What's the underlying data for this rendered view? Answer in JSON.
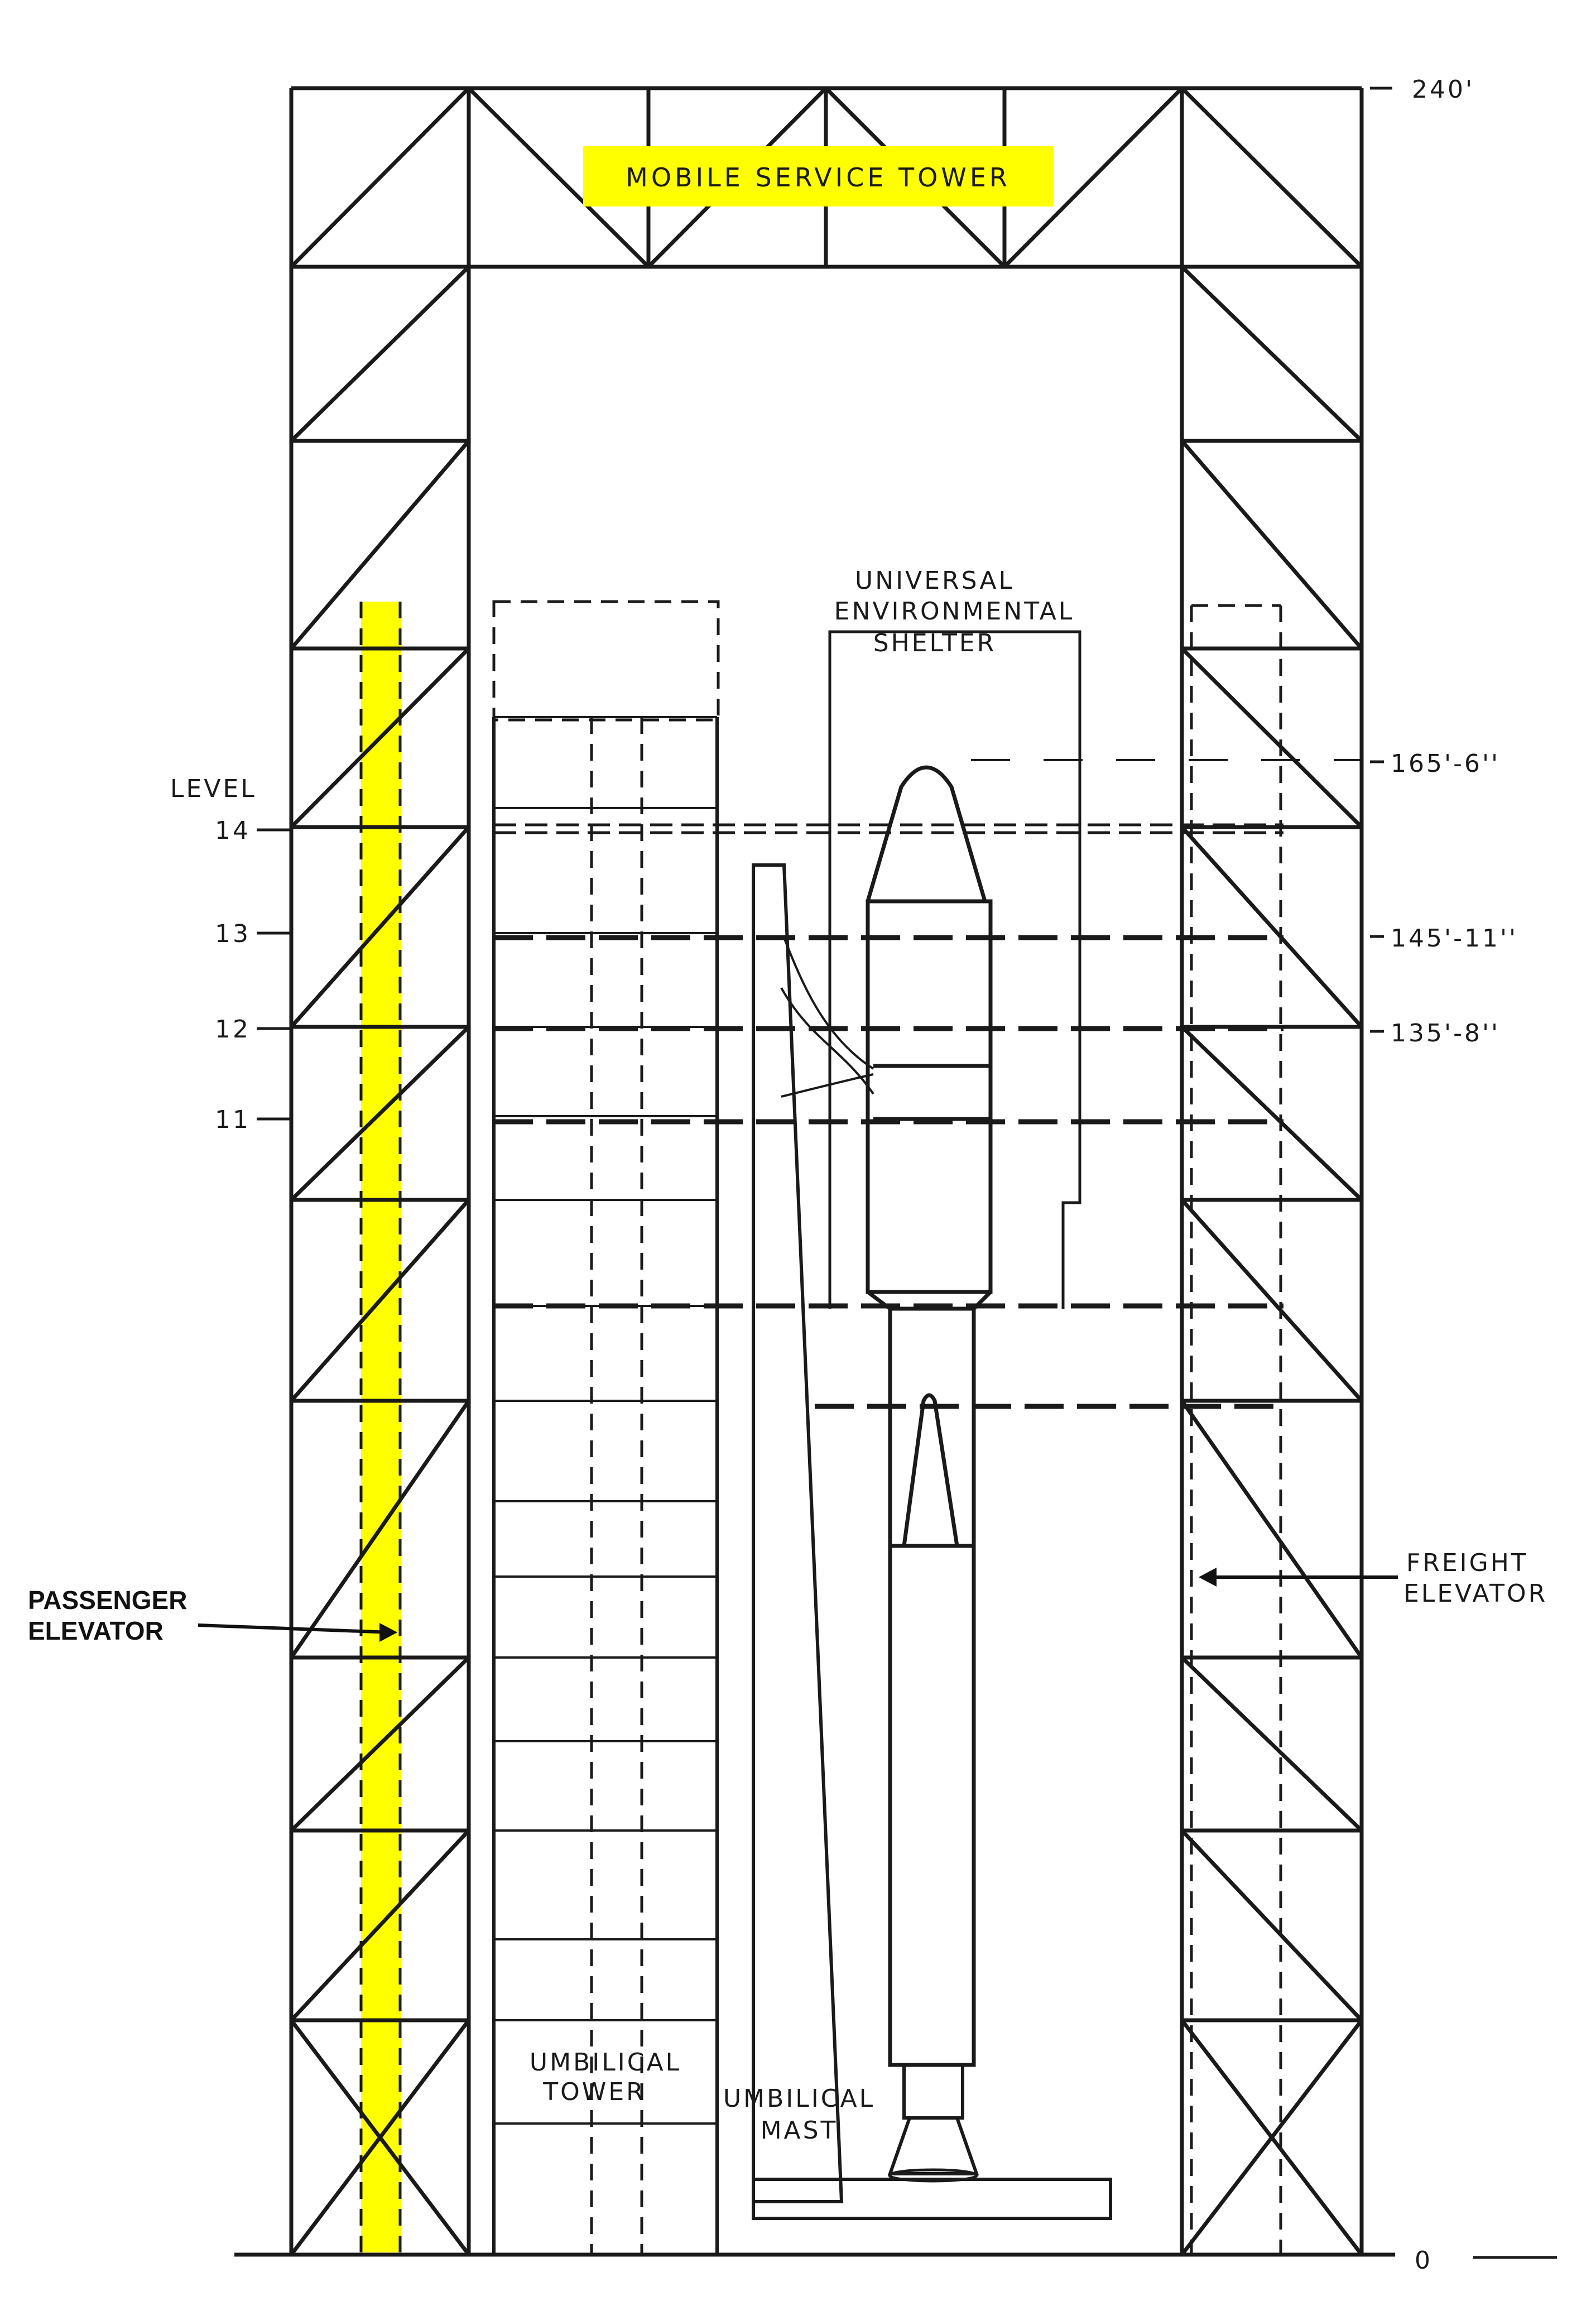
{
  "colors": {
    "ink": "#1a1a1a",
    "highlight": "#ffff00"
  },
  "labels": {
    "tower_title": "MOBILE SERVICE TOWER",
    "top_height": "240'",
    "ground_height": "0",
    "level_heading": "LEVEL",
    "levels": [
      "14",
      "13",
      "12",
      "11"
    ],
    "height_165": "165'-6''",
    "height_145": "145'-11''",
    "height_135": "135'-8''",
    "shelter_line1": "UNIVERSAL",
    "shelter_line2": "ENVIRONMENTAL",
    "shelter_line3": "SHELTER",
    "passenger_line1": "PASSENGER",
    "passenger_line2": "ELEVATOR",
    "freight_line1": "FREIGHT",
    "freight_line2": "ELEVATOR",
    "umb_tower_line1": "UMBILICAL",
    "umb_tower_line2": "TOWER",
    "umb_mast_line1": "UMBILICAL",
    "umb_mast_line2": "MAST"
  }
}
